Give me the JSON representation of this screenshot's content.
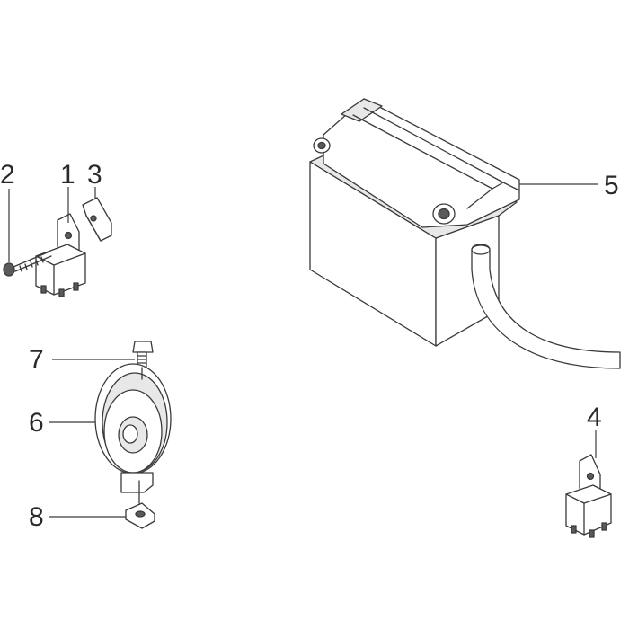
{
  "callouts": {
    "c1": "1",
    "c2": "2",
    "c3": "3",
    "c4": "4",
    "c5": "5",
    "c6": "6",
    "c7": "7",
    "c8": "8"
  },
  "colors": {
    "line": "#3a3a3a",
    "background": "#ffffff"
  }
}
